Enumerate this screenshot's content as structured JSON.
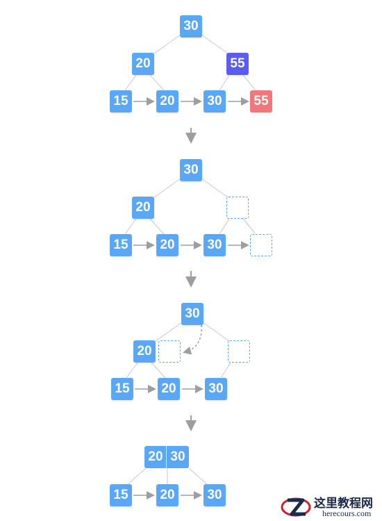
{
  "colors": {
    "node": "#5aa8f5",
    "highlight_node": "#5b5cf0",
    "inserted_node": "#f0787a",
    "edge": "#c9c9c9",
    "arrow": "#9e9e9e",
    "watermark": "#1a2a4a",
    "watermark_red": "#c8202a"
  },
  "stages": [
    {
      "nodes": [
        {
          "name": "root-node",
          "label": "30",
          "kind": "normal"
        },
        {
          "name": "internal-left-node",
          "label": "20",
          "kind": "normal"
        },
        {
          "name": "internal-right-node",
          "label": "55",
          "kind": "highlight"
        },
        {
          "name": "leaf-15",
          "label": "15",
          "kind": "normal"
        },
        {
          "name": "leaf-20",
          "label": "20",
          "kind": "normal"
        },
        {
          "name": "leaf-30",
          "label": "30",
          "kind": "normal"
        },
        {
          "name": "leaf-55",
          "label": "55",
          "kind": "inserted"
        }
      ]
    },
    {
      "nodes": [
        {
          "name": "root-node",
          "label": "30",
          "kind": "normal"
        },
        {
          "name": "internal-left-node",
          "label": "20",
          "kind": "normal"
        },
        {
          "name": "internal-right-empty",
          "label": "",
          "kind": "empty"
        },
        {
          "name": "leaf-15",
          "label": "15",
          "kind": "normal"
        },
        {
          "name": "leaf-20",
          "label": "20",
          "kind": "normal"
        },
        {
          "name": "leaf-30",
          "label": "30",
          "kind": "normal"
        },
        {
          "name": "leaf-empty",
          "label": "",
          "kind": "empty"
        }
      ]
    },
    {
      "nodes": [
        {
          "name": "root-node",
          "label": "30",
          "kind": "normal"
        },
        {
          "name": "internal-left-node",
          "label": "20",
          "kind": "normal"
        },
        {
          "name": "internal-left-empty-slot",
          "label": "",
          "kind": "empty"
        },
        {
          "name": "internal-right-empty",
          "label": "",
          "kind": "empty"
        },
        {
          "name": "leaf-15",
          "label": "15",
          "kind": "normal"
        },
        {
          "name": "leaf-20",
          "label": "20",
          "kind": "normal"
        },
        {
          "name": "leaf-30",
          "label": "30",
          "kind": "normal"
        }
      ]
    },
    {
      "merged_keys": [
        "20",
        "30"
      ],
      "nodes": [
        {
          "name": "leaf-15",
          "label": "15",
          "kind": "normal"
        },
        {
          "name": "leaf-20",
          "label": "20",
          "kind": "normal"
        },
        {
          "name": "leaf-30",
          "label": "30",
          "kind": "normal"
        }
      ]
    }
  ],
  "watermark": {
    "chinese_text": "这里教程网",
    "url_text": "herecours.com"
  }
}
